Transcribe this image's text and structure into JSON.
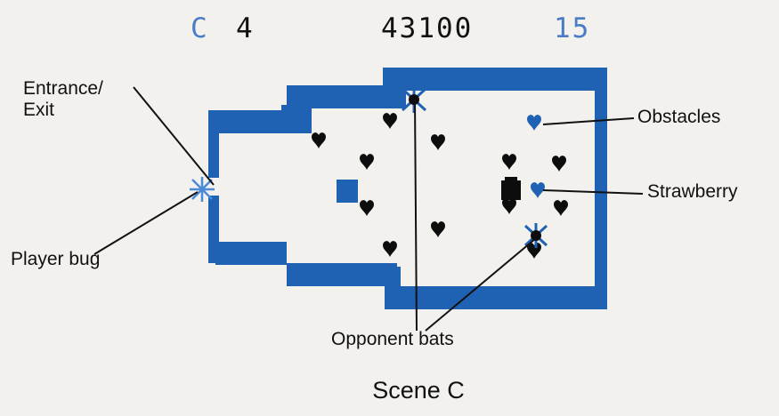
{
  "hud": {
    "scene_letter": "C",
    "lives": "4",
    "score": "43100",
    "timer": "15"
  },
  "labels": {
    "entrance": "Entrance/\nExit",
    "player_bug": "Player bug",
    "obstacles": "Obstacles",
    "strawberry": "Strawberry",
    "opponent_bats": "Opponent bats"
  },
  "caption": "Scene C",
  "colors": {
    "maze_wall": "#1f62b4",
    "hud_blue": "#4a7cc6",
    "heart": "#0d0d0d",
    "background": "#f3f1ee"
  },
  "icons": {
    "player": "bug-icon",
    "obstacle": "heart-icon",
    "enemy": "bat-icon",
    "prize": "strawberry-icon"
  }
}
